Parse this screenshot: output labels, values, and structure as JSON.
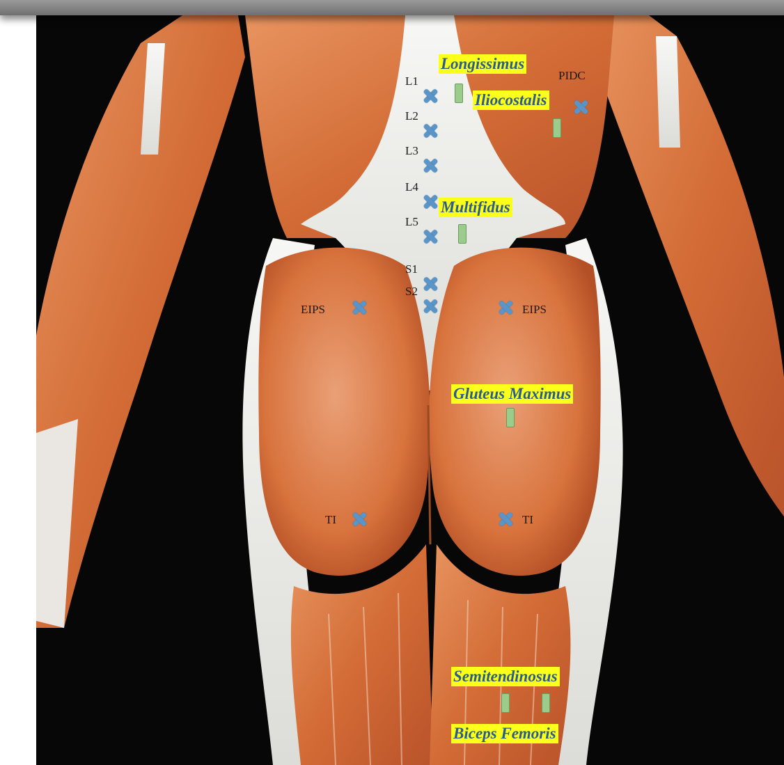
{
  "muscle_labels": {
    "longissimus": "Longissimus",
    "iliocostalis": "Iliocostalis",
    "multifidus": "Multifidus",
    "gluteus_maximus": "Gluteus Maximus",
    "semitendinosus": "Semitendinosus",
    "biceps_femoris": "Biceps Femoris"
  },
  "point_labels": {
    "pidc": "PIDC",
    "l1": "L1",
    "l2": "L2",
    "l3": "L3",
    "l4": "L4",
    "l5": "L5",
    "s1": "S1",
    "s2": "S2",
    "eips_left": "EIPS",
    "eips_right": "EIPS",
    "ti_left": "TI",
    "ti_right": "TI"
  },
  "colors": {
    "label_background": "#fbff1a",
    "label_text": "#2b5b8c",
    "marker": "#5b95c8",
    "electrode": "#9ccc8c",
    "muscle": "#d9783f",
    "tendon": "#f2f2f0",
    "background": "#070707"
  },
  "icons": {
    "landmark_marker": "blue-x-marker",
    "electrode": "green-electrode-pad"
  }
}
